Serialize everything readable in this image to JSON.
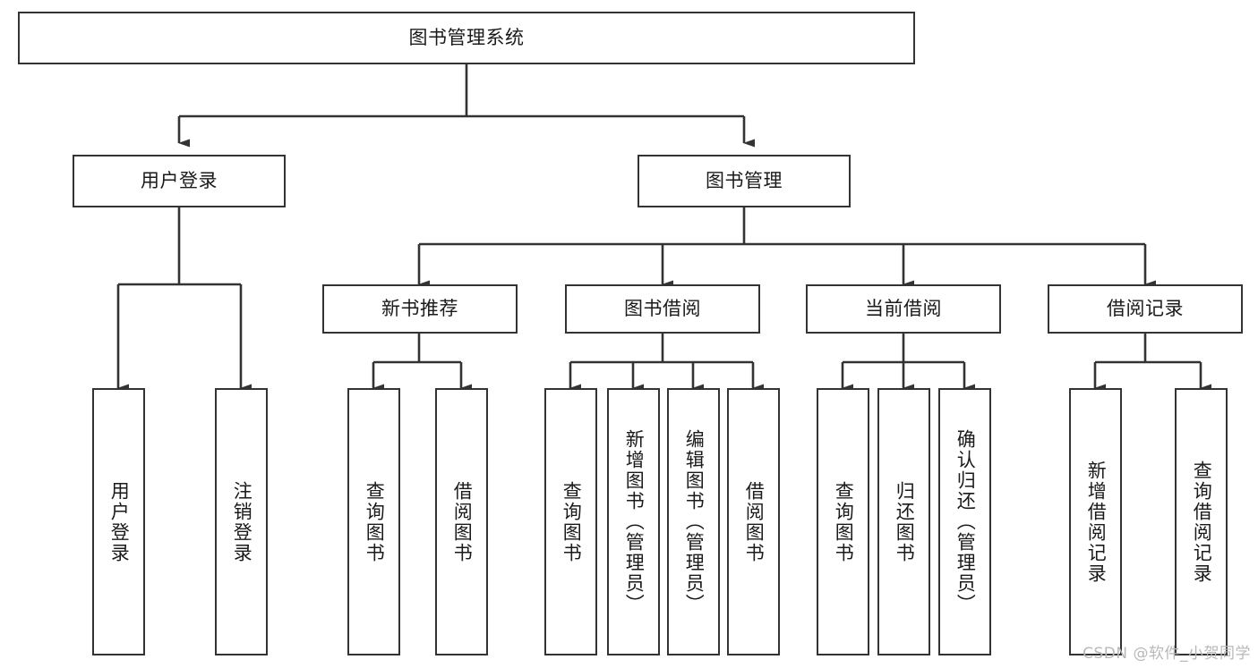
{
  "diagram": {
    "title": "图书管理系统",
    "type": "tree-hierarchy-chart",
    "orientation": "top-down",
    "colors": {
      "box_border": "#333333",
      "box_fill": "#ffffff",
      "edge": "#333333",
      "text": "#1a1a1a",
      "watermark": "#b8b8b8",
      "background": "#ffffff"
    }
  },
  "root": {
    "label": "图书管理系统"
  },
  "level2": [
    {
      "label": "用户登录"
    },
    {
      "label": "图书管理"
    }
  ],
  "level3": [
    {
      "label": "新书推荐"
    },
    {
      "label": "图书借阅"
    },
    {
      "label": "当前借阅"
    },
    {
      "label": "借阅记录"
    }
  ],
  "leaves": {
    "user_login": [
      {
        "label": "用户登录"
      },
      {
        "label": "注销登录"
      }
    ],
    "new_book_recommend": [
      {
        "label": "查询图书"
      },
      {
        "label": "借阅图书"
      }
    ],
    "book_borrow": [
      {
        "label": "查询图书"
      },
      {
        "label": "新增图书（管理员）"
      },
      {
        "label": "编辑图书（管理员）"
      },
      {
        "label": "借阅图书"
      }
    ],
    "current_borrow": [
      {
        "label": "查询图书"
      },
      {
        "label": "归还图书"
      },
      {
        "label": "确认归还（管理员）"
      }
    ],
    "borrow_record": [
      {
        "label": "新增借阅记录"
      },
      {
        "label": "查询借阅记录"
      }
    ]
  },
  "watermark": {
    "text": "CSDN @软件_小贺同学"
  }
}
